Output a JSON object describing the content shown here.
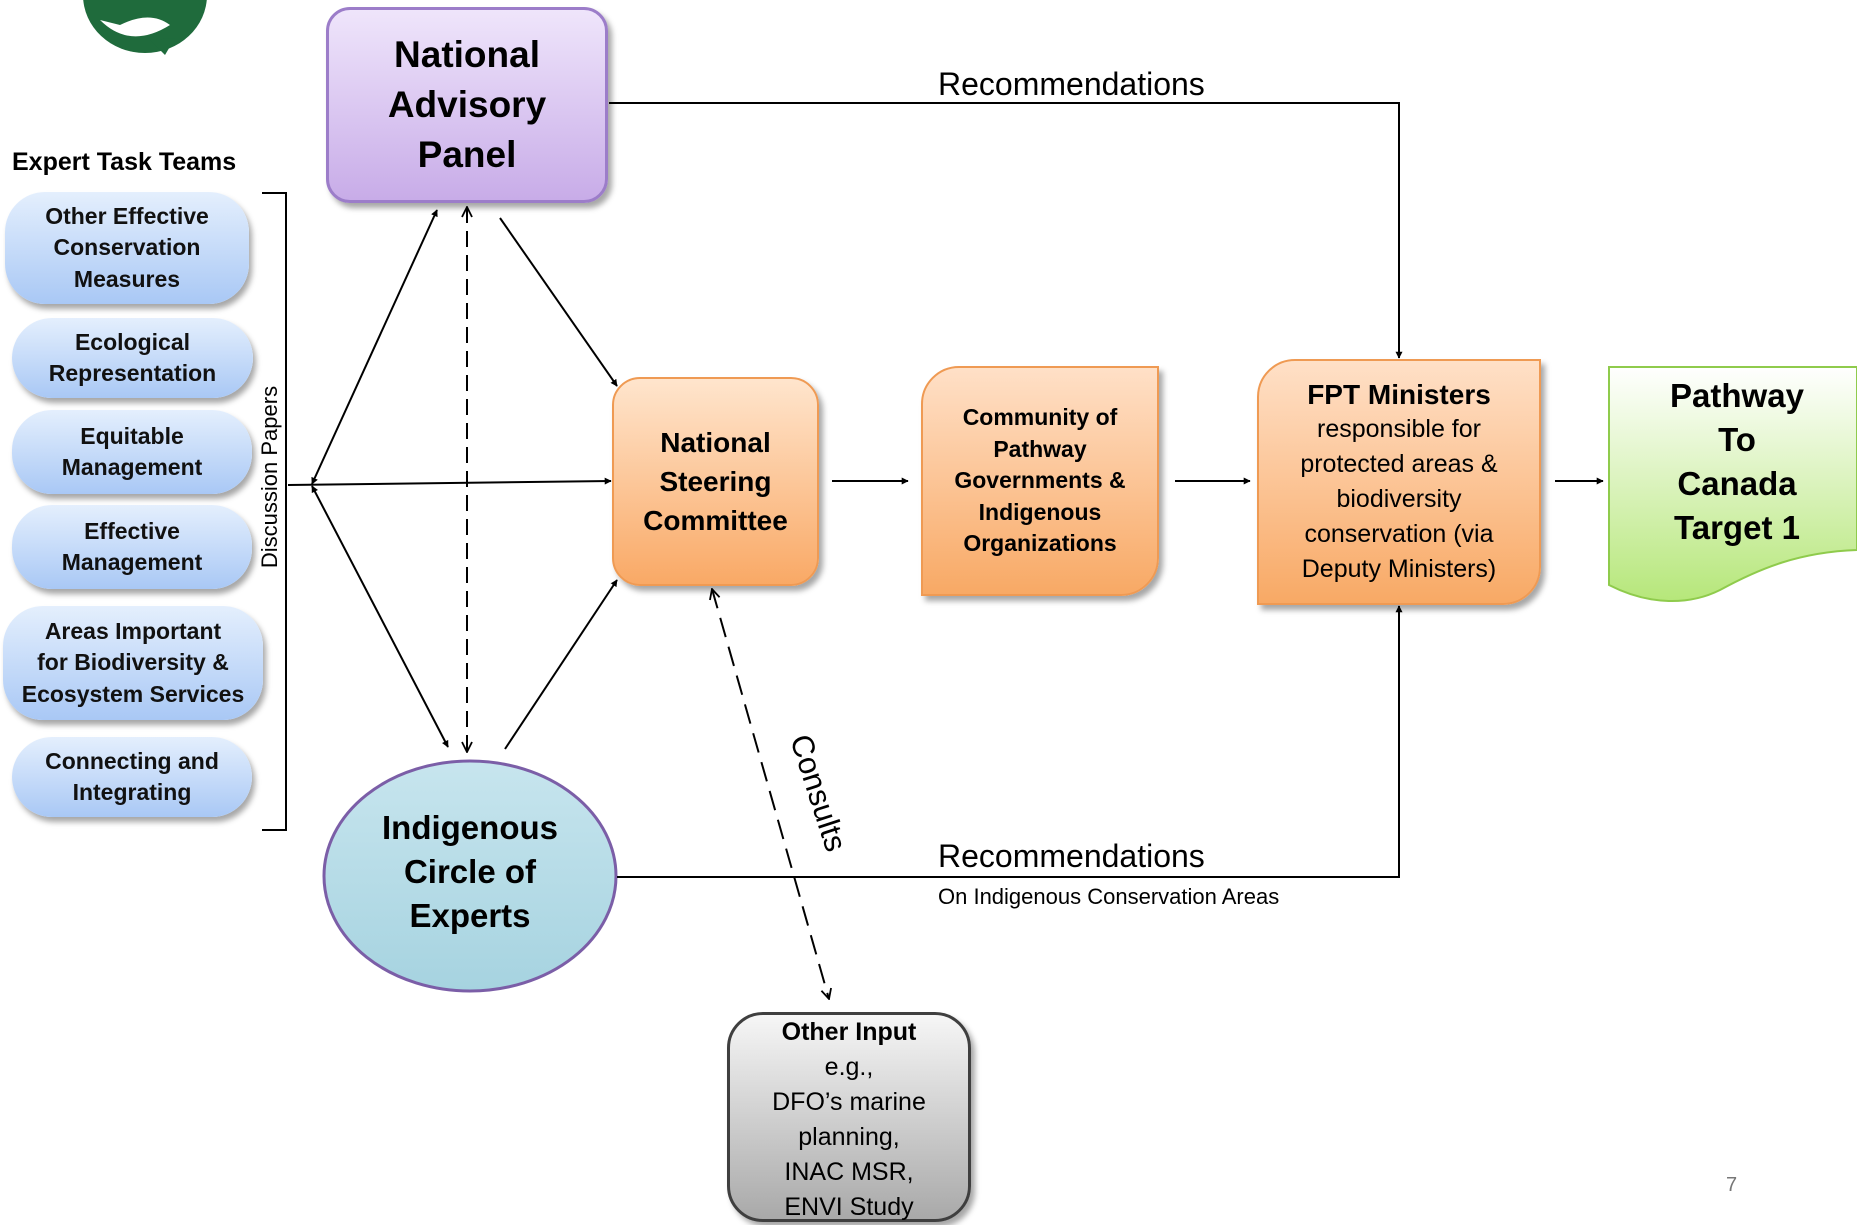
{
  "expert_task_teams": {
    "title": "Expert Task Teams",
    "items": [
      [
        "Other Effective",
        "Conservation",
        "Measures"
      ],
      [
        "Ecological",
        "Representation"
      ],
      [
        "Equitable",
        "Management"
      ],
      [
        "Effective",
        "Management"
      ],
      [
        "Areas Important",
        "for Biodiversity &",
        "Ecosystem Services"
      ],
      [
        "Connecting and",
        "Integrating"
      ]
    ],
    "bracket_label": "Discussion Papers"
  },
  "national_advisory_panel": {
    "lines": [
      "National",
      "Advisory",
      "Panel"
    ]
  },
  "national_steering_committee": {
    "lines": [
      "National",
      "Steering",
      "Committee"
    ]
  },
  "community_of_pathway": {
    "lines": [
      "Community of",
      "Pathway",
      "Governments &",
      "Indigenous",
      "Organizations"
    ]
  },
  "fpt_ministers": {
    "title": "FPT Ministers",
    "body_lines": [
      "responsible for",
      "protected areas &",
      "biodiversity",
      "conservation (via",
      "Deputy Ministers)"
    ]
  },
  "pathway_target": {
    "lines": [
      "Pathway",
      "To",
      "Canada",
      "Target 1"
    ]
  },
  "indigenous_circle": {
    "lines": [
      "Indigenous",
      "Circle of",
      "Experts"
    ]
  },
  "other_input": {
    "title": "Other Input",
    "body_lines": [
      "e.g.,",
      "DFO’s marine",
      "planning,",
      "INAC MSR,",
      "ENVI Study"
    ]
  },
  "edge_labels": {
    "recommendations_top": "Recommendations",
    "recommendations_bottom": "Recommendations",
    "recommendations_bottom_sub": "On Indigenous Conservation Areas",
    "consults": "Consults"
  },
  "page_number": "7",
  "colors": {
    "advisory_panel_fill": "#d9c5f2",
    "orange_fill": "#fbbf8a",
    "orange_border": "#ef9a53",
    "pathway_fill": "#c2eb8a",
    "circle_fill": "#b7dde8",
    "circle_border": "#7b5ea7",
    "pill_fill": "#c3d9f9",
    "logo_green": "#1f6b3c"
  }
}
